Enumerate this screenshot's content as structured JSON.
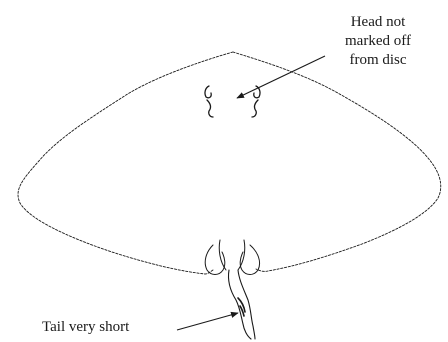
{
  "annotations": {
    "head": {
      "lines": [
        "Head not",
        "marked off",
        "from disc"
      ]
    },
    "tail": {
      "text": "Tail very short"
    }
  },
  "colors": {
    "line": "#1a1a1a",
    "background": "#ffffff"
  }
}
